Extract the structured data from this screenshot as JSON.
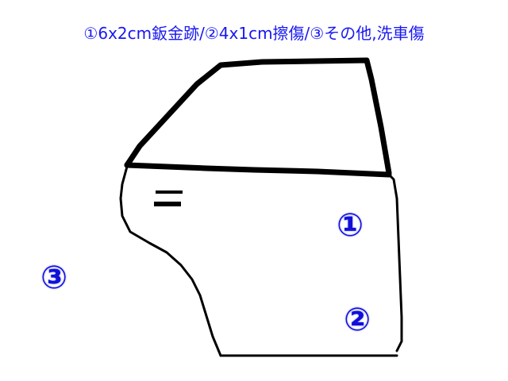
{
  "caption": {
    "text": "①6x2cm鈑金跡/②4x1cm擦傷/③その他,洗車傷",
    "color": "#1818f0"
  },
  "markers": [
    {
      "label": "①"
    },
    {
      "label": "②"
    },
    {
      "label": "③"
    }
  ],
  "colors": {
    "outline": "#000000",
    "marker": "#1010d8",
    "background": "#ffffff"
  }
}
